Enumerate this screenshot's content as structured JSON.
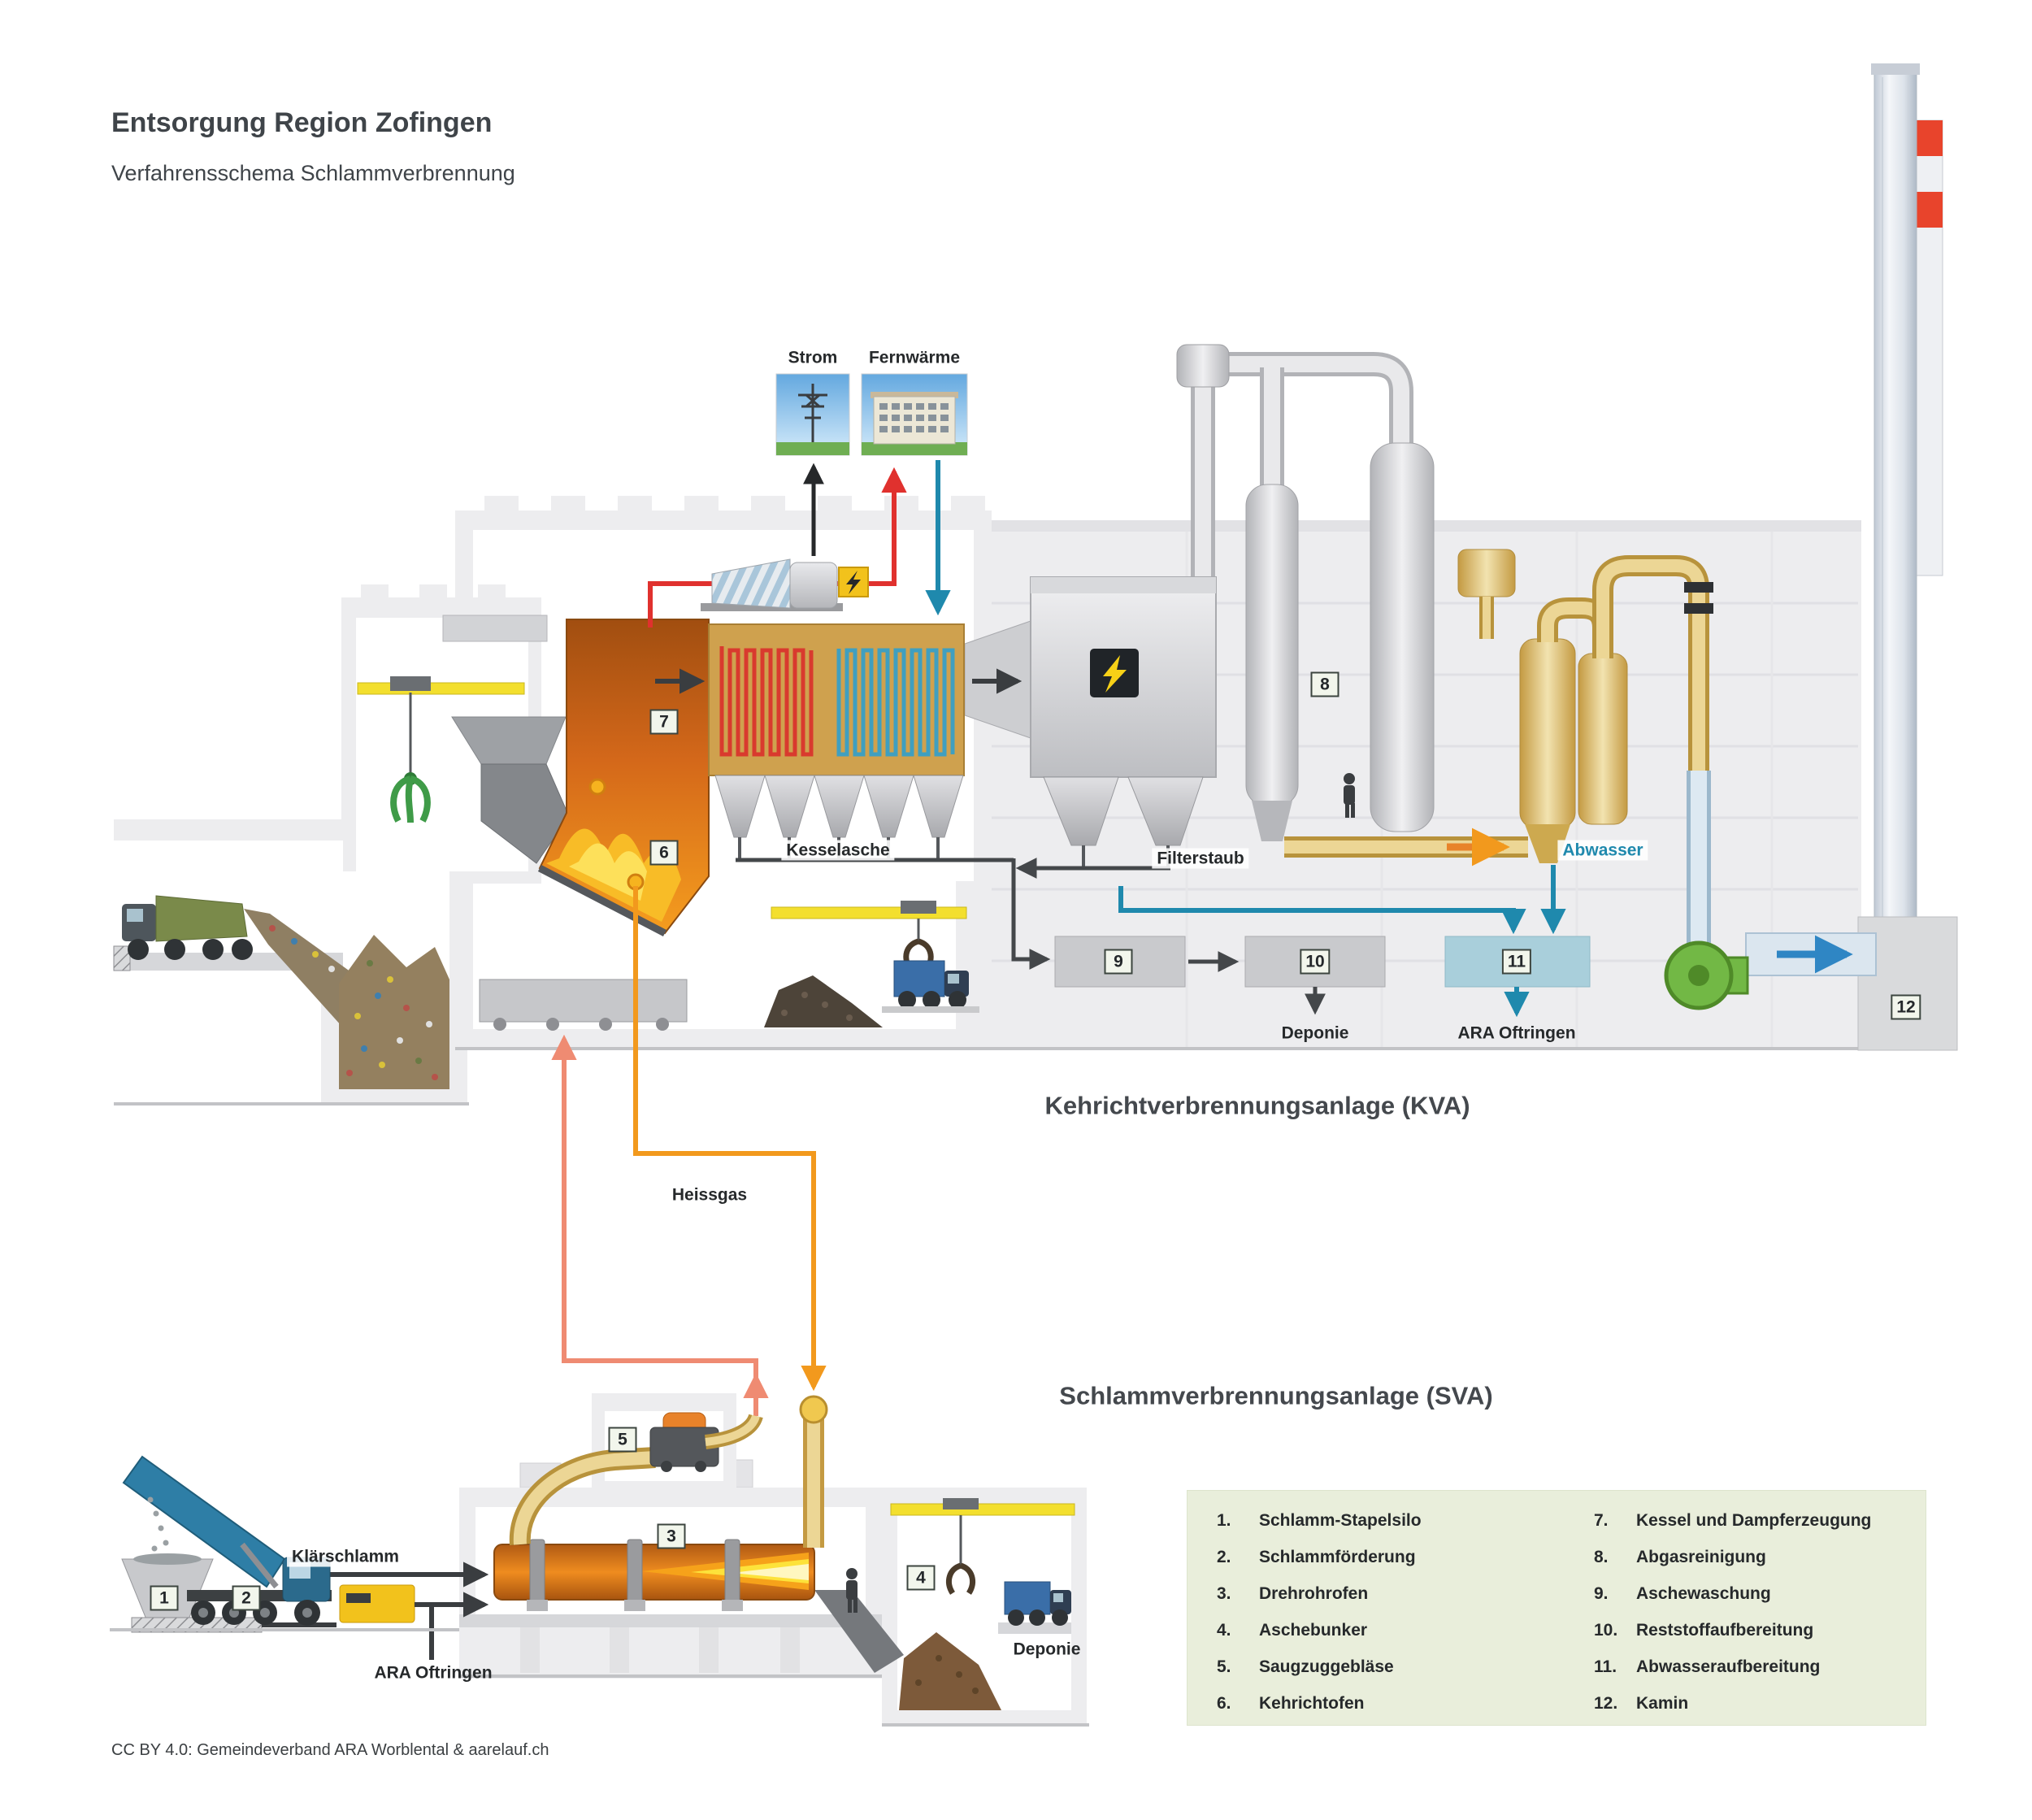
{
  "header": {
    "title": "Entsorgung Region Zofingen",
    "subtitle": "Verfahrensschema Schlammverbrennung"
  },
  "sections": {
    "kva": "Kehrichtverbrennungsanlage (KVA)",
    "sva": "Schlammverbrennungsanlage (SVA)"
  },
  "flows": {
    "strom": "Strom",
    "fernwaerme": "Fernwärme",
    "kesselasche": "Kesselasche",
    "filterstaub": "Filterstaub",
    "abwasser": "Abwasser",
    "heissgas": "Heissgas",
    "klaerschlamm": "Klärschlamm"
  },
  "destinations": {
    "deponie_kva": "Deponie",
    "ara_oftringen_kva": "ARA Oftringen",
    "deponie_sva": "Deponie",
    "ara_oftringen_sva": "ARA Oftringen"
  },
  "badges": [
    {
      "num": "1"
    },
    {
      "num": "2"
    },
    {
      "num": "3"
    },
    {
      "num": "4"
    },
    {
      "num": "5"
    },
    {
      "num": "6"
    },
    {
      "num": "7"
    },
    {
      "num": "8"
    },
    {
      "num": "9"
    },
    {
      "num": "10"
    },
    {
      "num": "11"
    },
    {
      "num": "12"
    }
  ],
  "legend": {
    "items": [
      {
        "num": "1.",
        "label": "Schlamm-Stapelsilo"
      },
      {
        "num": "2.",
        "label": "Schlammförderung"
      },
      {
        "num": "3.",
        "label": "Drehrohrofen"
      },
      {
        "num": "4.",
        "label": "Aschebunker"
      },
      {
        "num": "5.",
        "label": "Saugzuggebläse"
      },
      {
        "num": "6.",
        "label": "Kehrichtofen"
      },
      {
        "num": "7.",
        "label": "Kessel und Dampferzeugung"
      },
      {
        "num": "8.",
        "label": "Abgasreinigung"
      },
      {
        "num": "9.",
        "label": "Aschewaschung"
      },
      {
        "num": "10.",
        "label": "Reststoffaufbereitung"
      },
      {
        "num": "11.",
        "label": "Abwasseraufbereitung"
      },
      {
        "num": "12.",
        "label": "Kamin"
      }
    ]
  },
  "footer": {
    "credit": "CC BY 4.0: Gemeindeverband ARA Worblental  &  aarelauf.ch"
  },
  "colors": {
    "accent_red": "#e0312e",
    "accent_teal": "#1f89ad",
    "accent_orange": "#f2991d",
    "accent_salmon": "#ef8b72",
    "furnace_orange": "#ef8c1f",
    "gold": "#d9b266",
    "legend_bg": "#e9eedb"
  }
}
